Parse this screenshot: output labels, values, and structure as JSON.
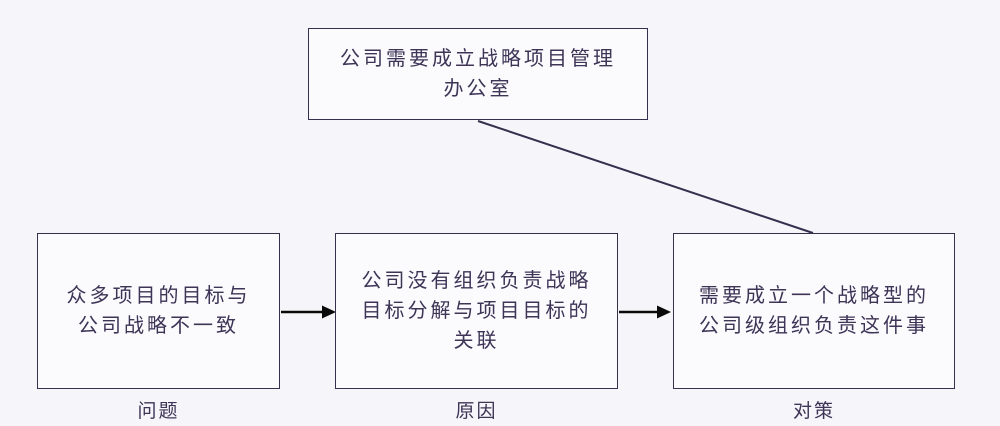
{
  "diagram": {
    "conclusion_box": {
      "text": "公司需要成立战略项目管理\n办公室"
    },
    "columns": [
      {
        "text": "众多项目的目标与\n公司战略不一致",
        "label": "问题"
      },
      {
        "text": "公司没有组织负责战略\n目标分解与项目目标的\n关联",
        "label": "原因"
      },
      {
        "text": "需要成立一个战略型的\n公司级组织负责这件事",
        "label": "对策"
      }
    ],
    "colors": {
      "background": "#f6f6fa",
      "box_fill": "#fbfbfe",
      "border": "#34304e",
      "text": "#3d3456",
      "arrow": "#0a0a0a"
    }
  }
}
